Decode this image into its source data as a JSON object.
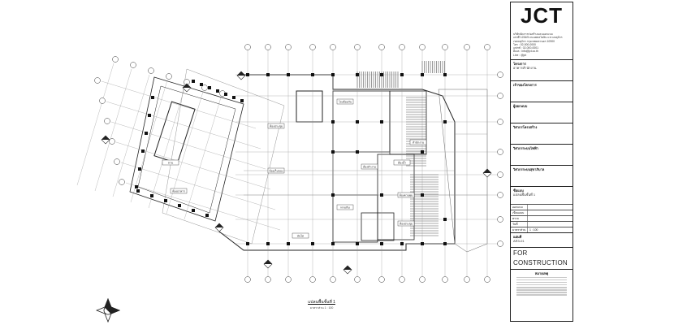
{
  "logo": {
    "text": "JCT"
  },
  "title_block": {
    "company_lines": [
      "บริษัทจัดการก่อสร้างและออกแบบ",
      "เลขที่ 1234/5 ถนนพหลโยธิน แขวงจตุจักร",
      "เขตจตุจักร กรุงเทพมหานคร 10900"
    ],
    "contact_lines": [
      "โทร : 02-000-0000",
      "แฟกซ์ : 02-000-0001",
      "อีเมล : info@jct.co.th",
      "Line : @jct"
    ],
    "sections": [
      {
        "label": "โครงการ",
        "value": "อาคารสำนักงาน"
      },
      {
        "label": "เจ้าของโครงการ",
        "value": ""
      },
      {
        "label": "ผู้ออกแบบ",
        "value": ""
      },
      {
        "label": "วิศวกรโครงสร้าง",
        "value": ""
      },
      {
        "label": "วิศวกรระบบไฟฟ้า",
        "value": ""
      },
      {
        "label": "วิศวกรระบบสุขาภิบาล",
        "value": ""
      },
      {
        "label": "ชื่อแบบ",
        "value": "แปลนพื้นชั้นที่ 1"
      }
    ],
    "rows": [
      {
        "k": "ออกแบบ",
        "v": ""
      },
      {
        "k": "เขียนแบบ",
        "v": ""
      },
      {
        "k": "ตรวจ",
        "v": ""
      },
      {
        "k": "วันที่",
        "v": ""
      },
      {
        "k": "มาตราส่วน",
        "v": "1 : 100"
      }
    ],
    "sheet_label": "แผ่นที่",
    "sheet_number": "AR3-01",
    "stamp_text": "FOR CONSTRUCTION",
    "notes_label": "หมายเหตุ"
  },
  "plan": {
    "caption": "แปลนพื้นชั้นที่ 1",
    "scale": "มาตราส่วน 1 : 100",
    "room_labels": [
      "ห้องประชุม",
      "โถงต้อนรับ",
      "ห้องทำงาน",
      "ห้องน้ำ",
      "ห้องเก็บของ",
      "ทางเดิน",
      "บันได",
      "ห้องประชุม",
      "สำนักงาน",
      "ห้องควบคุม",
      "ลาน",
      "ห้องอาหาร"
    ]
  },
  "colors": {
    "line": "#222222",
    "hatch": "#555555",
    "paper": "#ffffff"
  }
}
